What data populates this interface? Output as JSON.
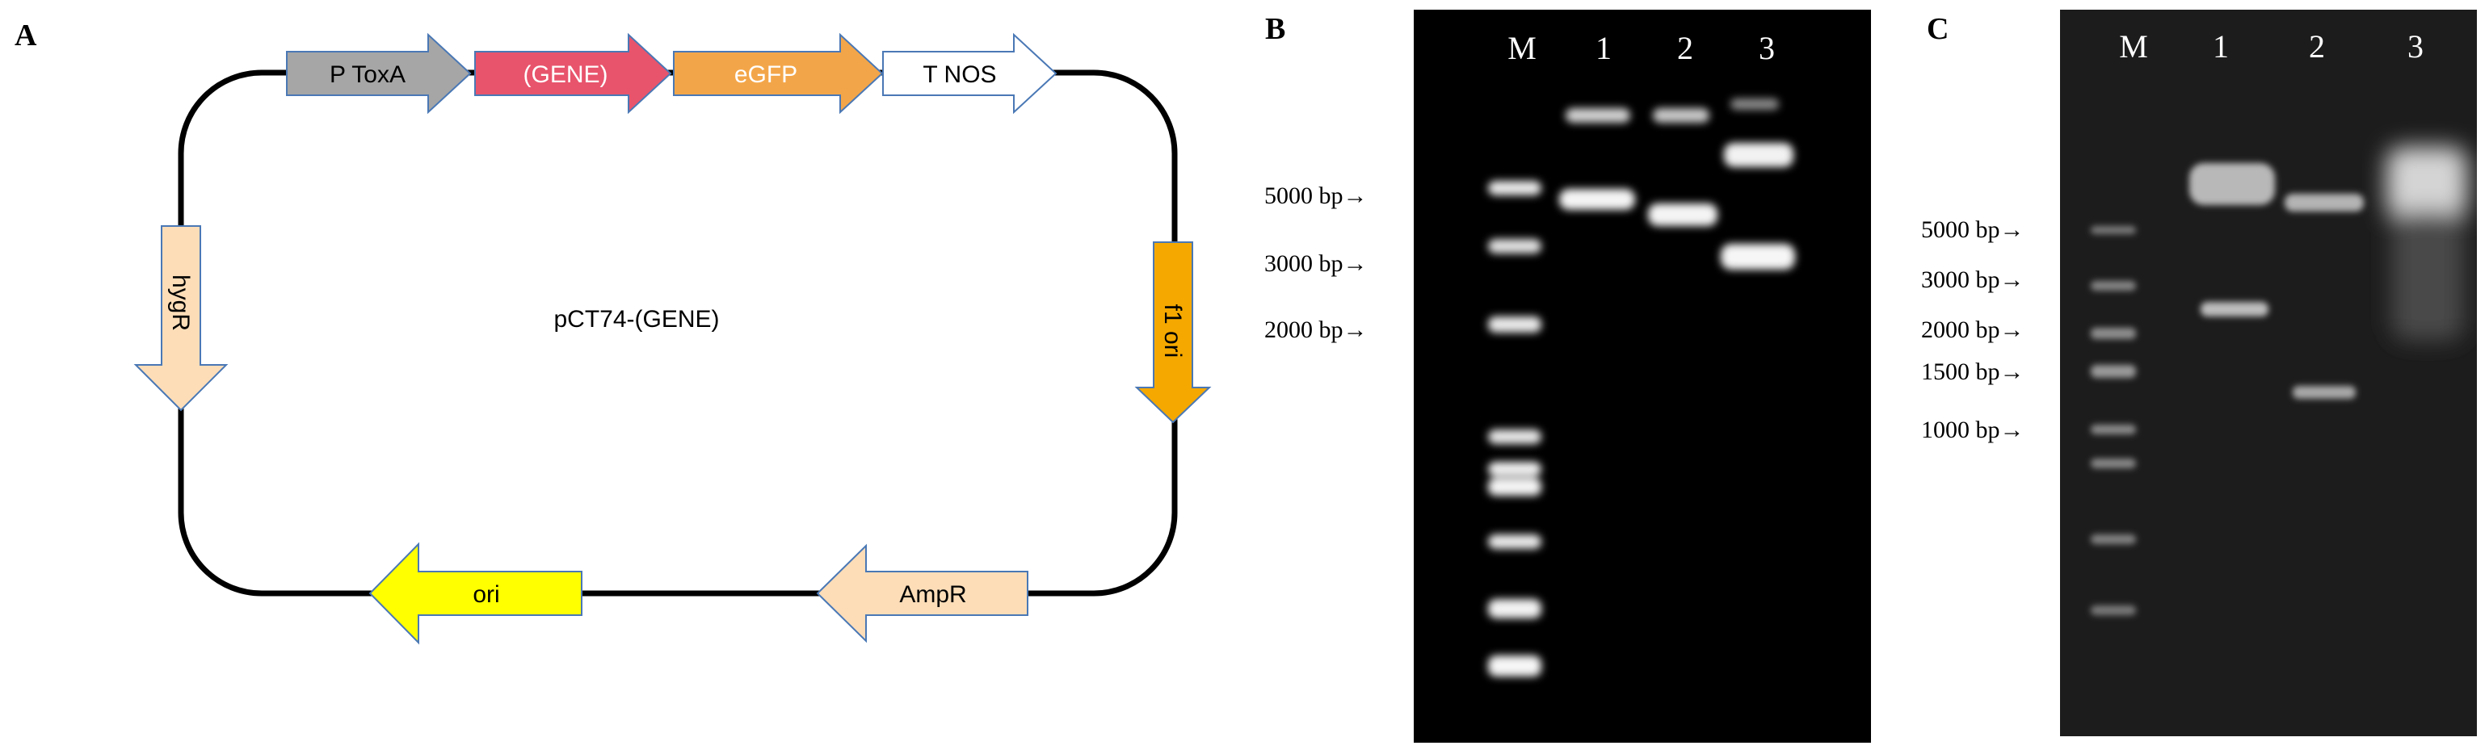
{
  "panels": {
    "a": {
      "letter": "A",
      "plasmid_name": "pCT74-(GENE)",
      "features": {
        "ptoxa": {
          "label": "P ToxA",
          "color": "#a6a6a6"
        },
        "gene": {
          "label": "(GENE)",
          "color": "#e8546c"
        },
        "egfp": {
          "label": "eGFP",
          "color": "#f3a649"
        },
        "tnos": {
          "label": "T NOS",
          "color": "#ffffff"
        },
        "f1ori": {
          "label": "f1 ori",
          "color": "#f5a800"
        },
        "ampr": {
          "label": "AmpR",
          "color": "#fcddb8"
        },
        "ori": {
          "label": "ori",
          "color": "#ffff00"
        },
        "hygr": {
          "label": "hygR",
          "color": "#fcddb8"
        }
      }
    },
    "b": {
      "letter": "B",
      "lanes": [
        "M",
        "1",
        "2",
        "3"
      ],
      "markers": [
        "5000 bp→",
        "3000 bp→",
        "2000 bp→"
      ]
    },
    "c": {
      "letter": "C",
      "lanes": [
        "M",
        "1",
        "2",
        "3"
      ],
      "markers": [
        "5000 bp→",
        "3000 bp→",
        "2000 bp→",
        "1500 bp→",
        "1000 bp→"
      ]
    }
  }
}
